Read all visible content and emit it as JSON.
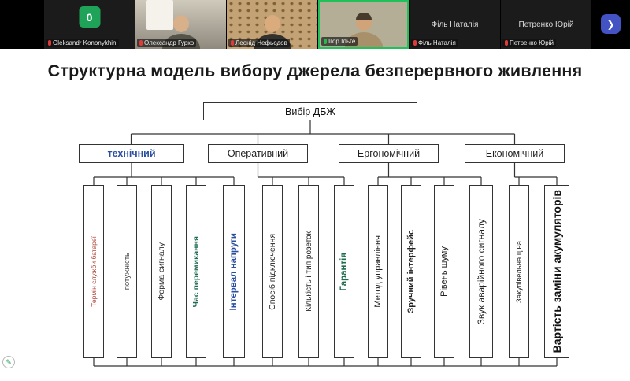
{
  "window": {
    "next_participants_button": "❯"
  },
  "icons": {
    "next": "❯",
    "annotate": "✎",
    "muted_mic": "muted-mic-icon",
    "active_mic": "active-mic-icon"
  },
  "colors": {
    "speaking_border": "#20c15b",
    "muted_mic": "#e03b3b",
    "avatar_green": "#1ea358",
    "category_blue": "#2b4fa0",
    "item_red": "#b0483c",
    "item_green": "#1e6b4f",
    "nav_button_blue": "#4353c4"
  },
  "participants": [
    {
      "label": "Oleksandr Kononykhin",
      "avatar_text": "0",
      "muted": true
    },
    {
      "label": "Олександр Гурко",
      "muted": true
    },
    {
      "label": "Леонід Нефьодов",
      "muted": true
    },
    {
      "label": "Ігор Ільге",
      "muted": false,
      "speaking": true
    },
    {
      "label": "Філь Наталія",
      "muted": true
    },
    {
      "label": "Петренко Юрій",
      "muted": true
    }
  ],
  "slide": {
    "title": "Структурна модель вибору джерела безперервного живлення",
    "root_label": "Вибір ДБЖ",
    "categories": [
      {
        "label": "технічний",
        "color": "#2b4fa0",
        "items": [
          {
            "label": "Термін служби батареї",
            "color": "#b0483c"
          },
          {
            "label": "потужність",
            "color": "#444444"
          },
          {
            "label": "Форма сигналу",
            "color": "#333333"
          },
          {
            "label": "Час перемикання",
            "color": "#1e6b4f"
          },
          {
            "label": "Інтервал напруги",
            "color": "#2b4fa0"
          }
        ]
      },
      {
        "label": "Оперативний",
        "color": "#222222",
        "items": [
          {
            "label": "Спосіб підключення",
            "color": "#222222"
          },
          {
            "label": "Кількість і тип розеток",
            "color": "#222222"
          },
          {
            "label": "Гарантія",
            "color": "#1e6b4f"
          }
        ]
      },
      {
        "label": "Ергономічний",
        "color": "#222222",
        "items": [
          {
            "label": "Метод управління",
            "color": "#222222"
          },
          {
            "label": "Зручний інтерфейс",
            "color": "#222222"
          },
          {
            "label": "Рівень шуму",
            "color": "#222222"
          },
          {
            "label": "Звук аварійного сигналу",
            "color": "#222222"
          }
        ]
      },
      {
        "label": "Економічний",
        "color": "#222222",
        "items": [
          {
            "label": "Закупівельна ціна",
            "color": "#222222"
          },
          {
            "label": "Вартість заміни акумуляторів",
            "color": "#111111"
          }
        ]
      }
    ]
  }
}
